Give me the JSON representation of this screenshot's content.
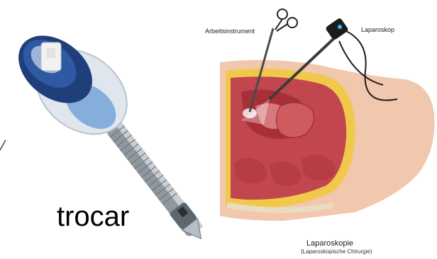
{
  "labels": {
    "trocar": "trocar",
    "arbeitsinstrument": "Arbeitsinstrument",
    "laparoskop": "Laparoskop",
    "title": "Laparoskopie",
    "subtitle": "(Laparoskopische Chirurgie)"
  },
  "colors": {
    "trocar_cap": "#1e3f7a",
    "trocar_shaft": "#9aa3ad",
    "skin": "#f1c7ad",
    "tissue": "#c1464d",
    "fat": "#f0c94a"
  }
}
